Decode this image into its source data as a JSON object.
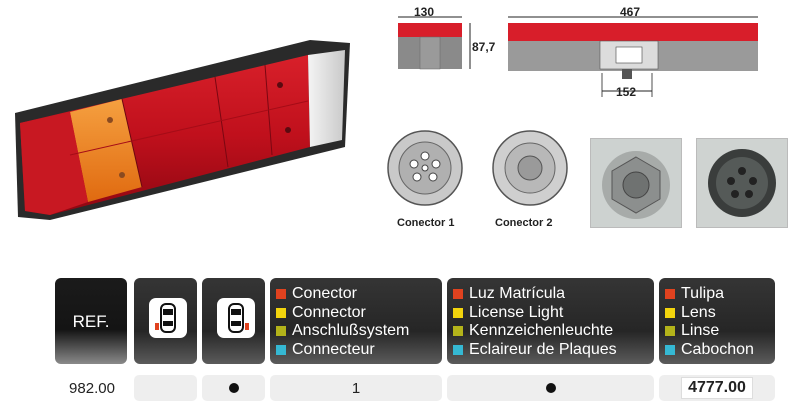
{
  "dimensions": {
    "top_width": "130",
    "height": "87,7",
    "length": "467",
    "connector_pos": "152"
  },
  "connectors": [
    {
      "label": "Conector 1"
    },
    {
      "label": "Conector 2"
    }
  ],
  "colors": {
    "red": "#e0421f",
    "yellow": "#f2d40d",
    "olive": "#b3b31a",
    "cyan": "#35b8d3"
  },
  "table": {
    "ref_header": "REF.",
    "icons": [
      "car-left-side-icon",
      "car-right-side-icon"
    ],
    "connector_header": [
      "Conector",
      "Connector",
      "Anschlußsystem",
      "Connecteur"
    ],
    "license_header": [
      "Luz Matrícula",
      "License Light",
      "Kennzeichenleuchte",
      "Eclaireur de Plaques"
    ],
    "lens_header": [
      "Tulipa",
      "Lens",
      "Linse",
      "Cabochon"
    ],
    "row": {
      "ref": "982.00",
      "connector": "1",
      "lens_code": "4777.00"
    }
  }
}
